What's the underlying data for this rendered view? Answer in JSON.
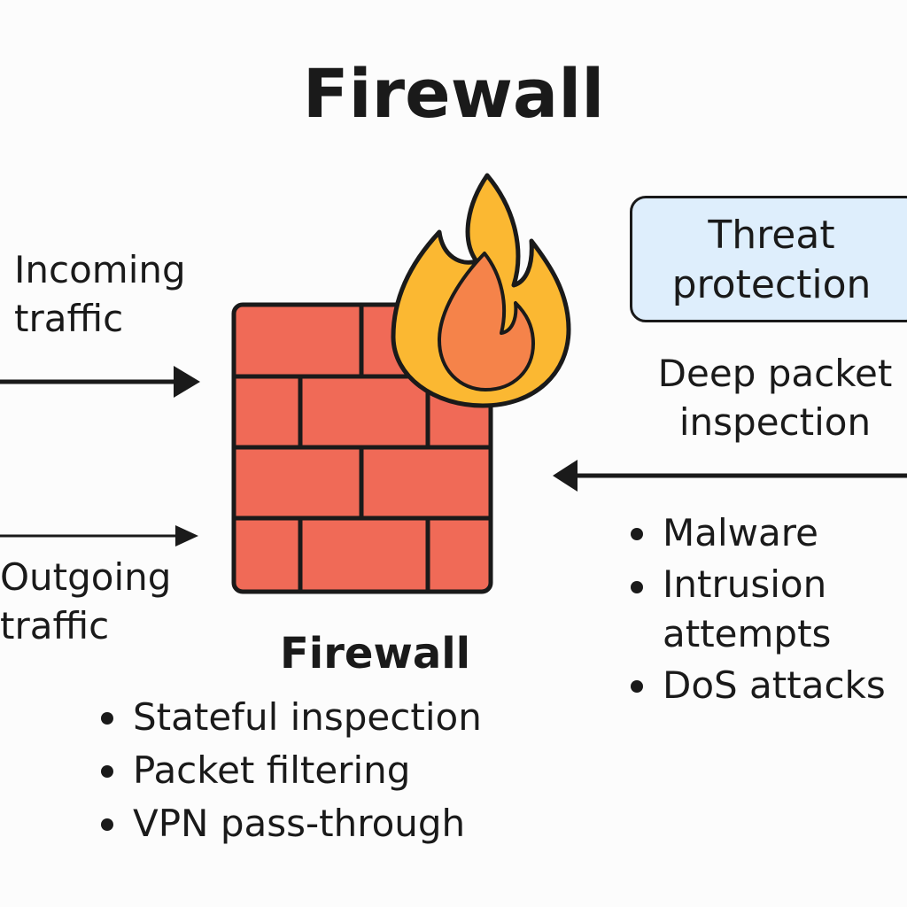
{
  "title": "Firewall",
  "incoming": {
    "line1": "Incoming",
    "line2": "traffic"
  },
  "outgoing": {
    "line1": "Outgoing",
    "line2": "traffic"
  },
  "threat_protection": {
    "line1": "Threat",
    "line2": "protection"
  },
  "deep_packet": {
    "line1": "Deep packet",
    "line2": "inspection"
  },
  "threats": [
    {
      "label": "Malware"
    },
    {
      "line1": "Intrusion",
      "line2": "attempts"
    },
    {
      "label": "DoS attacks"
    }
  ],
  "firewall_label": "Firewall",
  "features": [
    "Stateful inspection",
    "Packet filtering",
    "VPN pass-through"
  ],
  "colors": {
    "brick": "#f06a57",
    "mortar": "#1a1a1a",
    "flame_outer": "#fbb832",
    "flame_inner": "#f5834a",
    "threat_box": "#deeefc"
  },
  "icons": [
    "brick-wall-icon",
    "flame-icon"
  ]
}
